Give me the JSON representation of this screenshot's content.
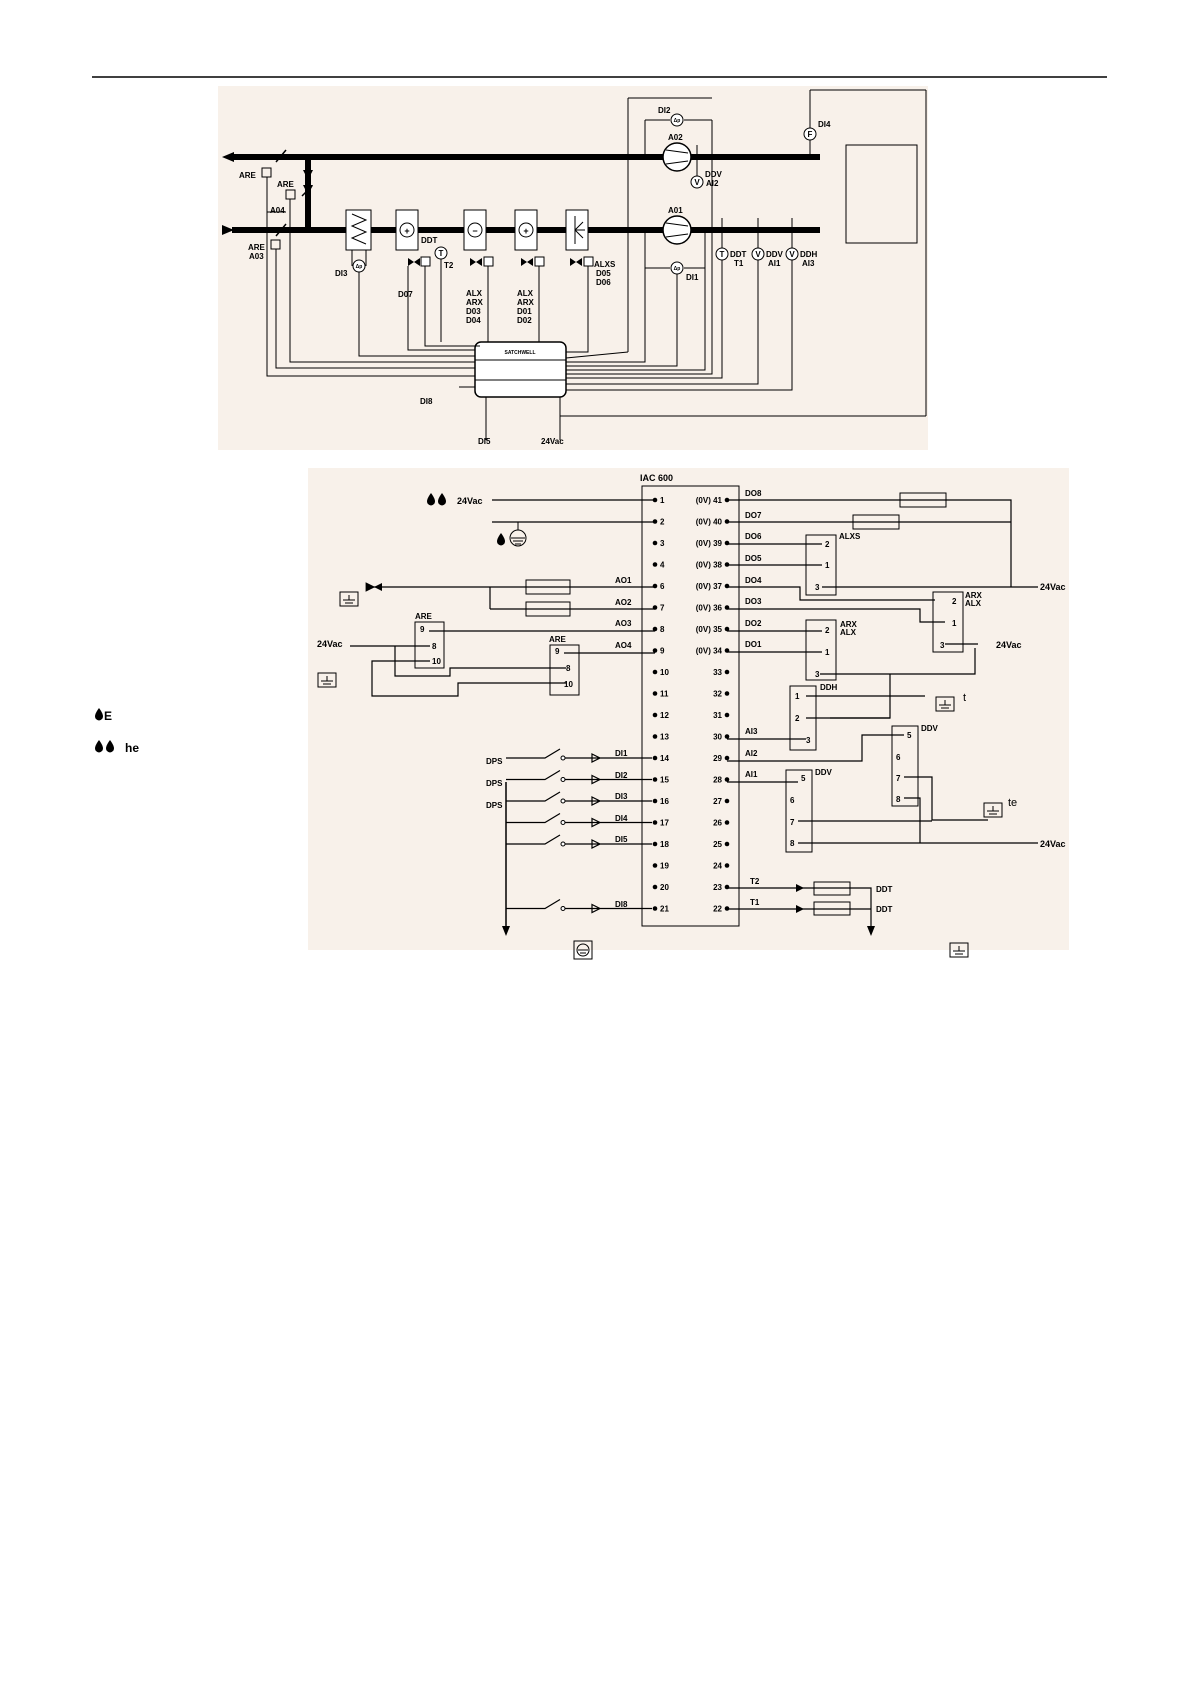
{
  "top": {
    "labels": {
      "are_top": "ARE",
      "are_mid": "ARE",
      "a04": "A04",
      "are_bot": "ARE",
      "a03": "A03",
      "di3": "DI3",
      "d07": "D07",
      "ddt_a": "DDT",
      "t2": "T2",
      "alx1": "ALX",
      "arx1": "ARX",
      "d03": "D03",
      "d04": "D04",
      "alx2": "ALX",
      "arx2": "ARX",
      "d01": "D01",
      "d02": "D02",
      "alxs": "ALXS",
      "d05": "D05",
      "d06": "D06",
      "di2": "DI2",
      "a02": "A02",
      "ddv_a": "DDV",
      "ai2": "AI2",
      "a01": "A01",
      "ddt_b": "DDT",
      "t1": "T1",
      "ddv_b": "DDV",
      "ai1": "AI1",
      "ddh": "DDH",
      "ai3": "AI3",
      "di1": "DI1",
      "di4": "DI4",
      "di8": "DI8",
      "di5": "DI5",
      "vac": "24Vac",
      "brand": "SATCHWELL"
    },
    "symbols": {
      "t": "T",
      "v": "V",
      "f": "F",
      "dp": "Δp",
      "plus": "+",
      "minus": "−"
    }
  },
  "legend": {
    "item1": "E",
    "item2": "he"
  },
  "controller": {
    "title": "IAC 600",
    "supply_top": "24Vac",
    "left_terminals": [
      "1",
      "2",
      "3",
      "4",
      "6",
      "7",
      "8",
      "9",
      "10",
      "11",
      "12",
      "13",
      "14",
      "15",
      "16",
      "17",
      "18",
      "19",
      "20",
      "21"
    ],
    "right_terminals": [
      "(0V) 41",
      "(0V) 40",
      "(0V) 39",
      "(0V) 38",
      "(0V) 37",
      "(0V) 36",
      "(0V) 35",
      "(0V) 34",
      "33",
      "32",
      "31",
      "30",
      "29",
      "28",
      "27",
      "26",
      "25",
      "24",
      "23",
      "22"
    ],
    "left_signals": {
      "ao1": "AO1",
      "ao2": "AO2",
      "ao3": "AO3",
      "ao4": "AO4",
      "di1": "DI1",
      "di2": "DI2",
      "di3": "DI3",
      "di4": "DI4",
      "di5": "DI5",
      "di8": "DI8"
    },
    "right_signals": {
      "do8": "DO8",
      "do7": "DO7",
      "do6": "DO6",
      "do5": "DO5",
      "do4": "DO4",
      "do3": "DO3",
      "do2": "DO2",
      "do1": "DO1",
      "ai3": "AI3",
      "ai2": "AI2",
      "ai1": "AI1",
      "t2": "T2",
      "t1": "T1"
    },
    "devices": {
      "are1": "ARE",
      "are2": "ARE",
      "are1_pins": [
        "9",
        "8",
        "10"
      ],
      "are2_pins": [
        "9",
        "8",
        "10"
      ],
      "alxs": "ALXS",
      "alxs_pins": [
        "2",
        "1",
        "3"
      ],
      "arx_alx_a1": "ARX",
      "arx_alx_a2": "ALX",
      "arx_a_pins": [
        "2",
        "1",
        "3"
      ],
      "arx_alx_b1": "ARX",
      "arx_alx_b2": "ALX",
      "arx_b_pins": [
        "2",
        "1",
        "3"
      ],
      "ddh": "DDH",
      "ddh_pins": [
        "1",
        "2",
        "3"
      ],
      "ddv_a": "DDV",
      "ddv_a_pins": [
        "5",
        "6",
        "7",
        "8"
      ],
      "ddv_b": "DDV",
      "ddv_b_pins": [
        "5",
        "6",
        "7",
        "8"
      ],
      "ddt_a": "DDT",
      "ddt_b": "DDT",
      "dps": [
        "DPS",
        "DPS",
        "DPS"
      ]
    },
    "supplies": {
      "vac_left": "24Vac",
      "vac_r1": "24Vac",
      "vac_r2": "24Vac",
      "vac_r3": "24Vac"
    },
    "notes": {
      "t": "t",
      "te": "te"
    }
  }
}
